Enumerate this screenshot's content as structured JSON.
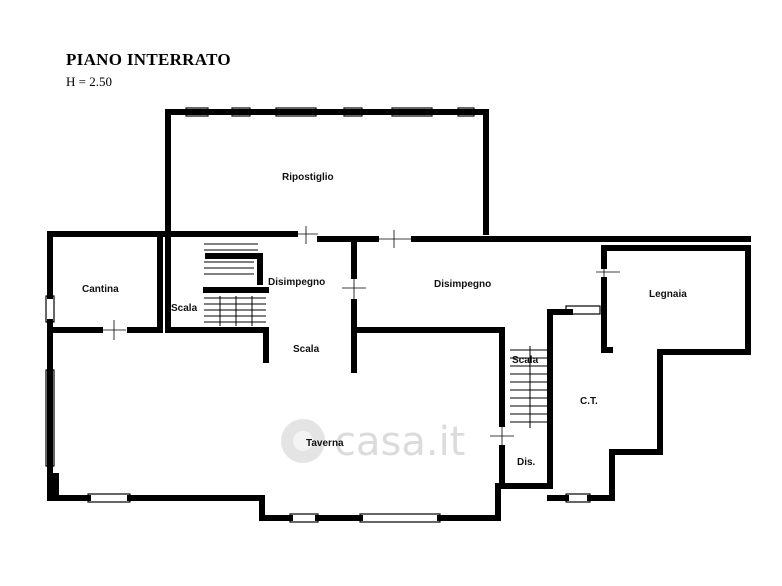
{
  "header": {
    "title": "PIANO INTERRATO",
    "height_note": "H = 2.50"
  },
  "rooms": {
    "ripostiglio": "Ripostiglio",
    "cantina": "Cantina",
    "scala_left": "Scala",
    "disimpegno_left": "Disimpegno",
    "disimpegno_center": "Disimpegno",
    "legnaia": "Legnaia",
    "scala_mid": "Scala",
    "scala_right": "Scala",
    "ct": "C.T.",
    "taverna": "Taverna",
    "dis": "Dis."
  },
  "watermark": "casa.it"
}
